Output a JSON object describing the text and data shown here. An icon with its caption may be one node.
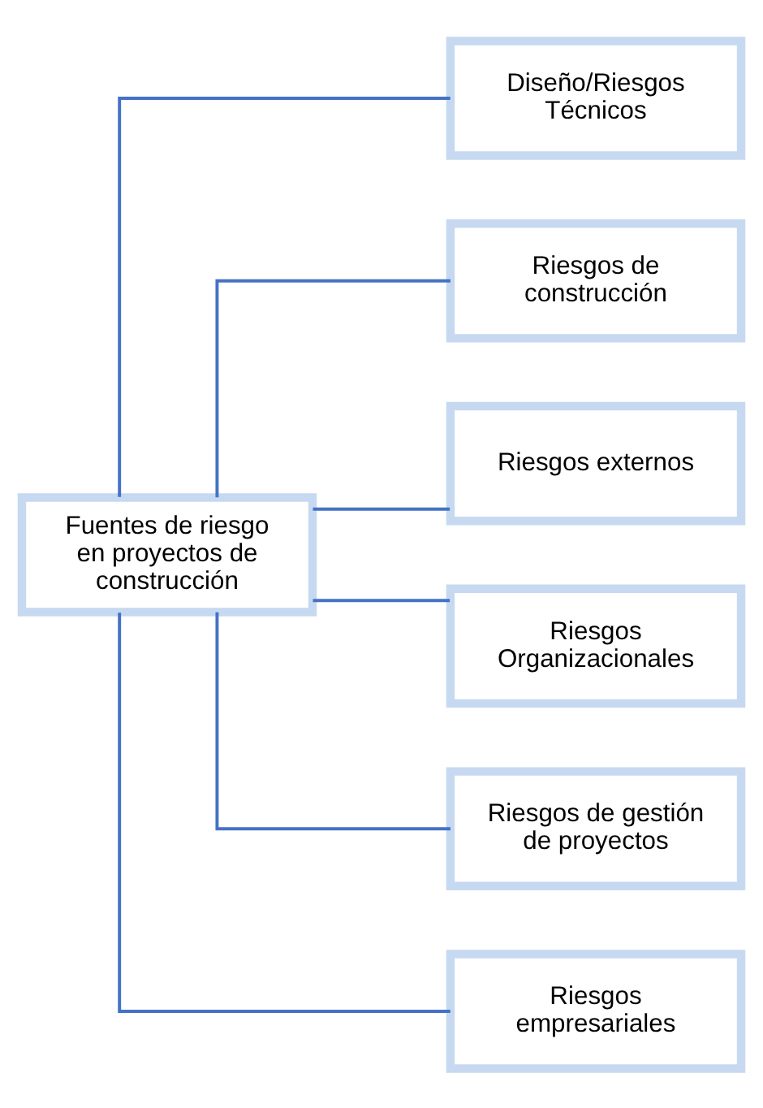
{
  "diagram": {
    "nodes": [
      {
        "text": [
          "Fuentes de riesgo en proyectos de construcción"
        ]
      },
      {
        "text": [
          "Diseño/Riesgos Técnicos"
        ]
      },
      {
        "text": [
          "Riesgos de construcción"
        ]
      },
      {
        "text": [
          "Riesgos externos"
        ]
      },
      {
        "text": [
          "Riesgos Organizacionales"
        ]
      },
      {
        "text": [
          "Riesgos de gestión de proyectos"
        ]
      },
      {
        "text": [
          "Riesgos empresariales"
        ]
      }
    ],
    "edges": [
      {
        "from": 0,
        "to": 1,
        "arrow": "none"
      },
      {
        "from": 0,
        "to": 2,
        "arrow": "none"
      },
      {
        "from": 0,
        "to": 3,
        "arrow": "none"
      },
      {
        "from": 0,
        "to": 4,
        "arrow": "none"
      },
      {
        "from": 0,
        "to": 5,
        "arrow": "none"
      },
      {
        "from": 0,
        "to": 6,
        "arrow": "none"
      }
    ]
  }
}
